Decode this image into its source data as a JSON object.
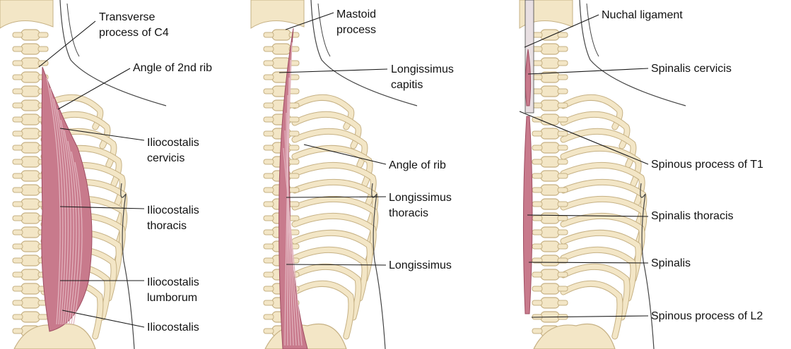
{
  "colors": {
    "bone": "#f3e6c6",
    "bone_edge": "#c6b184",
    "muscle": "#c87a8c",
    "muscle_light": "#e3b6c0",
    "muscle_dark": "#9f4d62",
    "leader": "#1a1a1a",
    "outline": "#444444",
    "ligament": "#e8dfe2"
  },
  "panels": [
    {
      "name": "iliocostalis",
      "labels": [
        {
          "text": "Transverse\nprocess of C4"
        },
        {
          "text": "Angle of 2nd rib"
        },
        {
          "text": "Iliocostalis\ncervicis"
        },
        {
          "text": "Iliocostalis\nthoracis"
        },
        {
          "text": "Iliocostalis\nlumborum"
        },
        {
          "text": "Iliocostalis"
        }
      ]
    },
    {
      "name": "longissimus",
      "labels": [
        {
          "text": "Mastoid\nprocess"
        },
        {
          "text": "Longissimus\ncapitis"
        },
        {
          "text": "Angle of rib"
        },
        {
          "text": "Longissimus\nthoracis"
        },
        {
          "text": "Longissimus"
        }
      ]
    },
    {
      "name": "spinalis",
      "labels": [
        {
          "text": "Nuchal ligament"
        },
        {
          "text": "Spinalis cervicis"
        },
        {
          "text": "Spinous process of T1"
        },
        {
          "text": "Spinalis thoracis"
        },
        {
          "text": "Spinalis"
        },
        {
          "text": "Spinous process of L2"
        }
      ]
    }
  ]
}
